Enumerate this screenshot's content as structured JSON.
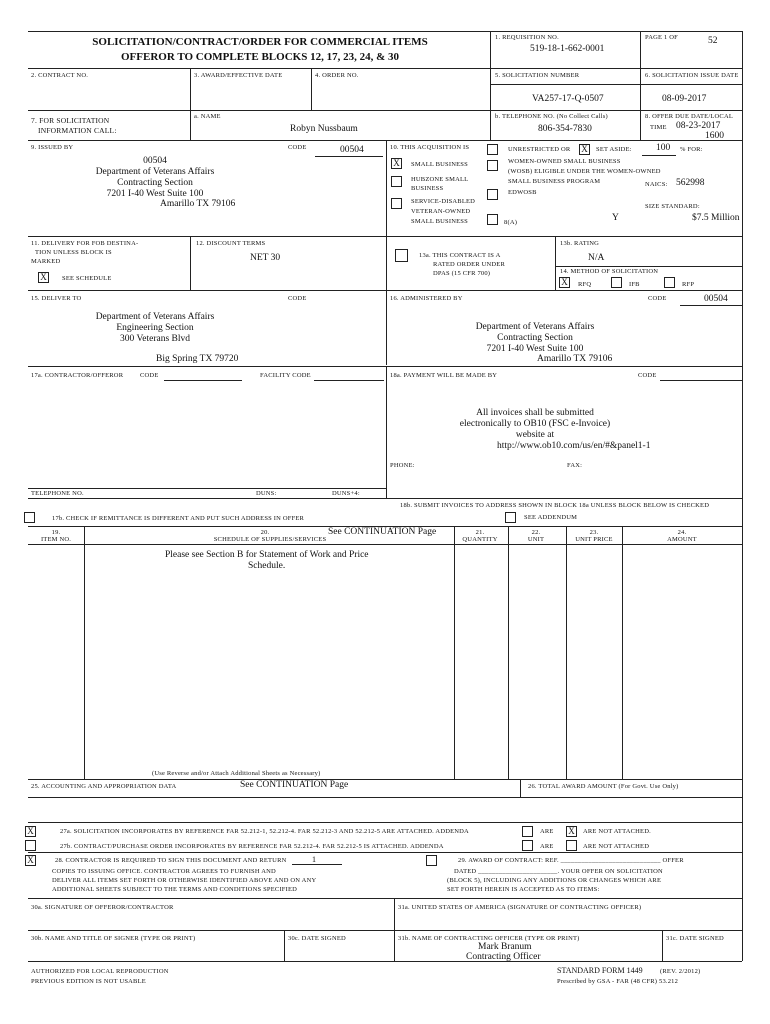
{
  "header": {
    "title_line1": "SOLICITATION/CONTRACT/ORDER FOR COMMERCIAL ITEMS",
    "title_line2": "OFFEROR TO COMPLETE BLOCKS 12, 17, 23, 24, & 30",
    "b1_label": "1. REQUISITION NO.",
    "b1_value": "519-18-1-662-0001",
    "page_label": "PAGE 1 OF",
    "page_total": "52"
  },
  "row2": {
    "b2_label": "2. CONTRACT NO.",
    "b3_label": "3. AWARD/EFFECTIVE DATE",
    "b4_label": "4. ORDER NO.",
    "b5_label": "5. SOLICITATION NUMBER",
    "b5_value": "VA257-17-Q-0507",
    "b6_label": "6. SOLICITATION ISSUE DATE",
    "b6_value": "08-09-2017"
  },
  "row7": {
    "b7_label_1": "7. FOR SOLICITATION",
    "b7_label_2": "INFORMATION CALL:",
    "name_label": "a. NAME",
    "name_value": "Robyn Nussbaum",
    "phone_label": "b. TELEPHONE NO.  (No Collect Calls)",
    "phone_value": "806-354-7830",
    "b8_label": "8. OFFER DUE DATE/LOCAL",
    "time_label": "TIME",
    "due_date": "08-23-2017",
    "due_time": "1600"
  },
  "block9": {
    "label": "9. ISSUED BY",
    "code_label": "CODE",
    "code": "00504",
    "line1": "00504",
    "line2": "Department of Veterans Affairs",
    "line3": "Contracting Section",
    "line4": "7201 I-40 West Suite 100",
    "line5": "Amarillo TX 79106"
  },
  "block10": {
    "label": "10. THIS ACQUISITION IS",
    "unrestricted": "UNRESTRICTED OR",
    "set_aside_mark": "X",
    "set_aside": "SET ASIDE:",
    "percent": "100",
    "percent_for": "% FOR:",
    "small_business_mark": "X",
    "small_business": "SMALL BUSINESS",
    "wosb_1": "WOMEN-OWNED SMALL BUSINESS",
    "wosb_2": "(WOSB) ELIGIBLE UNDER THE WOMEN-OWNED",
    "wosb_3": "SMALL BUSINESS PROGRAM",
    "naics_label": "NAICS:",
    "naics": "562998",
    "hubzone_1": "HUBZONE SMALL",
    "hubzone_2": "BUSINESS",
    "edwosb": "EDWOSB",
    "sdvosb_1": "SERVICE-DISABLED",
    "sdvosb_2": "VETERAN-OWNED",
    "sdvosb_3": "SMALL BUSINESS",
    "eight_a": "8(A)",
    "eight_a_value": "Y",
    "size_label": "SIZE STANDARD:",
    "size_value": "$7.5 Million"
  },
  "row11": {
    "b11_1": "11. DELIVERY FOR FOB DESTINA-",
    "b11_2": "TION UNLESS BLOCK IS",
    "b11_3": "MARKED",
    "see_schedule_mark": "X",
    "see_schedule": "SEE SCHEDULE",
    "b12_label": "12. DISCOUNT TERMS",
    "b12_value": "NET 30",
    "b13a_1": "13a.  THIS CONTRACT IS A",
    "b13a_2": "RATED ORDER UNDER",
    "b13a_3": "DPAS (15 CFR 700)",
    "b13b_label": "13b. RATING",
    "b13b_value": "N/A",
    "b14_label": "14. METHOD OF SOLICITATION",
    "rfq_mark": "X",
    "rfq": "RFQ",
    "ifb": "IFB",
    "rfp": "RFP"
  },
  "block15": {
    "label": "15. DELIVER TO",
    "code_label": "CODE",
    "line1": "Department of Veterans Affairs",
    "line2": "Engineering Section",
    "line3": "300 Veterans Blvd",
    "line4": "Big Spring TX 79720"
  },
  "block16": {
    "label": "16. ADMINISTERED BY",
    "code_label": "CODE",
    "code": "00504",
    "line1": "Department of Veterans Affairs",
    "line2": "Contracting Section",
    "line3": "7201 I-40 West Suite 100",
    "line4": "Amarillo TX 79106"
  },
  "block17": {
    "label": "17a. CONTRACTOR/OFFEROR",
    "code_label": "CODE",
    "facility_label": "FACILITY CODE",
    "telephone_label": "TELEPHONE NO.",
    "duns_label": "DUNS:",
    "duns4_label": "DUNS+4:",
    "b17b": "17b. CHECK IF REMITTANCE IS DIFFERENT AND PUT SUCH ADDRESS IN OFFER"
  },
  "block18": {
    "label": "18a. PAYMENT WILL BE MADE BY",
    "code_label": "CODE",
    "line1": "All invoices shall be submitted",
    "line2": "electronically to OB10 (FSC e-Invoice)",
    "line3": "website at",
    "line4": "http://www.ob10.com/us/en/#&panel1-1",
    "phone_label": "PHONE:",
    "fax_label": "FAX:",
    "b18b": "18b. SUBMIT INVOICES TO ADDRESS SHOWN IN BLOCK 18a UNLESS BLOCK BELOW IS CHECKED",
    "see_addendum": "SEE ADDENDUM"
  },
  "schedule": {
    "c19_1": "19.",
    "c19_2": "ITEM NO.",
    "c20_1": "20.",
    "c20_2": "SCHEDULE OF SUPPLIES/SERVICES",
    "c20_continuation": "See CONTINUATION Page",
    "c21_1": "21.",
    "c21_2": "QUANTITY",
    "c22_1": "22.",
    "c22_2": "UNIT",
    "c23_1": "23.",
    "c23_2": "UNIT PRICE",
    "c24_1": "24.",
    "c24_2": "AMOUNT",
    "body_1": "Please see Section B for Statement of Work and Price",
    "body_2": "Schedule.",
    "reverse_note": "(Use Reverse and/or Attach Additional Sheets as Necessary)"
  },
  "row25": {
    "b25_label": "25. ACCOUNTING AND APPROPRIATION DATA",
    "b25_value": "See CONTINUATION Page",
    "b26_label": "26. TOTAL AWARD AMOUNT (For Govt. Use Only)"
  },
  "row27": {
    "b27a_mark": "X",
    "b27a": "27a. SOLICITATION INCORPORATES BY REFERENCE FAR 52.212-1, 52.212-4. FAR 52.212-3 AND 52.212-5 ARE ATTACHED. ADDENDA",
    "b27b": "27b. CONTRACT/PURCHASE ORDER INCORPORATES BY REFERENCE FAR 52.212-4. FAR 52.212-5 IS ATTACHED. ADDENDA",
    "are": "ARE",
    "not_attached_mark": "X",
    "are_not_attached": "ARE NOT ATTACHED.",
    "are_2": "ARE",
    "are_not_attached_2": "ARE NOT ATTACHED"
  },
  "row28": {
    "mark": "X",
    "l1": "28. CONTRACTOR IS REQUIRED TO SIGN THIS DOCUMENT AND RETURN",
    "copies": "1",
    "l2": "COPIES TO ISSUING OFFICE.  CONTRACTOR AGREES TO FURNISH AND",
    "l3": "DELIVER ALL ITEMS SET FORTH OR OTHERWISE IDENTIFIED ABOVE AND ON ANY",
    "l4": "ADDITIONAL SHEETS SUBJECT TO THE TERMS AND CONDITIONS SPECIFIED",
    "b29_1": "29. AWARD OF CONTRACT: REF. _____________________________ OFFER",
    "b29_2": "DATED _______________________.  YOUR OFFER ON SOLICITATION",
    "b29_3": "(BLOCK 5), INCLUDING ANY ADDITIONS OR CHANGES WHICH ARE",
    "b29_4": "SET FORTH HEREIN IS ACCEPTED AS TO ITEMS:"
  },
  "signatures": {
    "b30a": "30a. SIGNATURE OF OFFEROR/CONTRACTOR",
    "b31a": "31a. UNITED STATES OF AMERICA (SIGNATURE OF CONTRACTING OFFICER)",
    "b30b": "30b. NAME AND TITLE OF SIGNER (TYPE OR PRINT)",
    "b30c": "30c. DATE SIGNED",
    "b31b": "31b. NAME OF CONTRACTING OFFICER (TYPE OR PRINT)",
    "b31b_name": "Mark Branum",
    "b31b_title": "Contracting Officer",
    "b31c": "31c. DATE SIGNED"
  },
  "footer": {
    "left_1": "AUTHORIZED FOR LOCAL REPRODUCTION",
    "left_2": "PREVIOUS EDITION IS NOT USABLE",
    "form": "STANDARD FORM 1449",
    "rev": "(REV. 2/2012)",
    "prescribed": "Prescribed by GSA - FAR (48 CFR) 53.212"
  }
}
